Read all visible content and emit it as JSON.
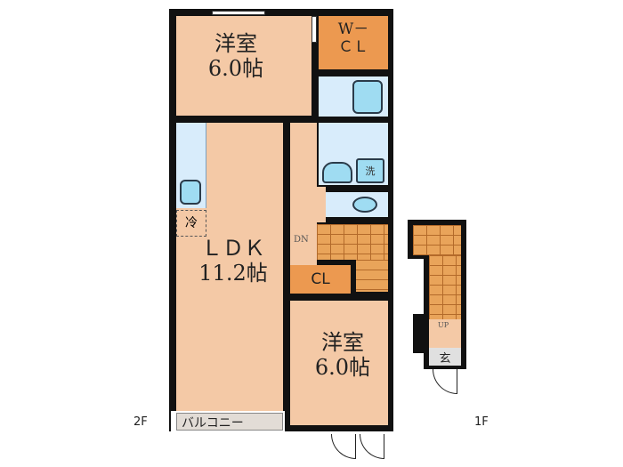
{
  "floor_labels": {
    "second": "2F",
    "first": "1F"
  },
  "rooms": {
    "bedroom_top": {
      "name": "洋室",
      "size": "6.0帖"
    },
    "walk_in_closet": {
      "line1": "W－",
      "line2": "ＣＬ"
    },
    "ldk": {
      "name": "ＬＤＫ",
      "size": "11.2帖"
    },
    "closet": {
      "name": "CL"
    },
    "bedroom_bottom": {
      "name": "洋室",
      "size": "6.0帖"
    },
    "balcony": {
      "name": "バルコニー"
    },
    "entrance": {
      "name": "玄"
    }
  },
  "fixtures": {
    "washer": "洗",
    "fridge": "冷"
  },
  "stairs": {
    "down_label": "DN",
    "up_label": "UP"
  },
  "colors": {
    "room": "#f4c9a6",
    "closet": "#ec9950",
    "wet_area": "#d8ecfb",
    "fixture": "#9fdcf2",
    "stairs": "#e9a45a",
    "balcony": "#e2dcd6",
    "entrance": "#e0e0e0",
    "wall": "#111111"
  }
}
